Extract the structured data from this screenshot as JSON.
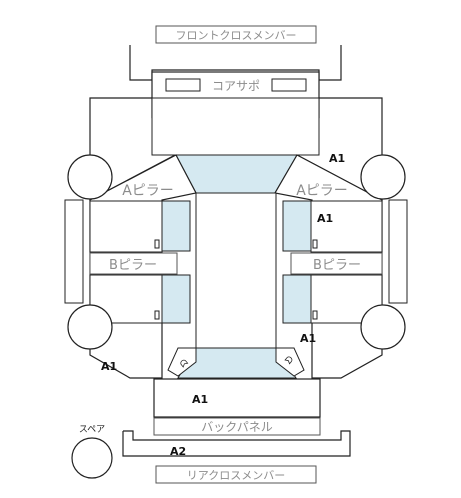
{
  "labels": {
    "front_cross_member": "フロントクロスメンバー",
    "core_support": "コアサポ",
    "a_pillar_left": "Aピラー",
    "a_pillar_right": "Aピラー",
    "b_pillar_left": "Bピラー",
    "b_pillar_right": "Bピラー",
    "back_panel": "バックパネル",
    "rear_cross_member": "リアクロスメンバー",
    "spare": "スペア"
  },
  "grades": {
    "front_right": "A1",
    "right_front_door": "A1",
    "right_rear_door": "A1",
    "left_rear": "A1",
    "trunk": "A1",
    "rear_floor": "A2"
  },
  "colors": {
    "glass": "#d5e9f1",
    "outline": "#222222",
    "label_text": "#8c8c8c"
  }
}
